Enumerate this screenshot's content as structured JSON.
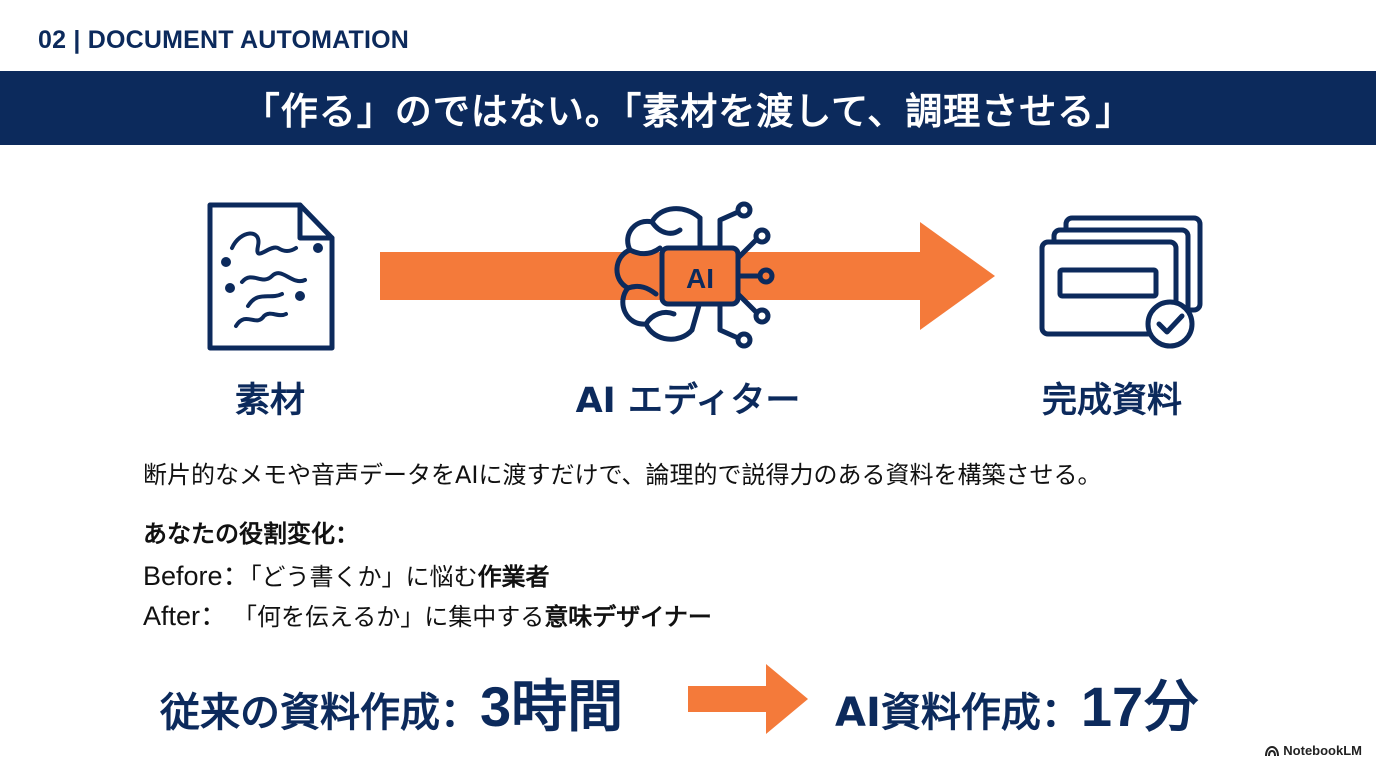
{
  "header": {
    "kicker": "02 | DOCUMENT AUTOMATION",
    "title": "「作る」のではない。「素材を渡して、調理させる」"
  },
  "flow": {
    "steps": [
      {
        "label": "素材",
        "icon": "handwritten-document-icon"
      },
      {
        "label": "AI エディター",
        "icon": "ai-brain-circuit-icon",
        "chip_text": "AI"
      },
      {
        "label": "完成資料",
        "icon": "stacked-slides-check-icon"
      }
    ],
    "arrow_color": "#f47a3a",
    "ink_color": "#0c2a5c"
  },
  "description": "断片的なメモや音声データをAIに渡すだけで、論理的で説得力のある資料を構築させる。",
  "roles": {
    "title": "あなたの役割変化：",
    "before": {
      "prefix": "Before：",
      "text": "「どう書くか」に悩む",
      "emphasis": "作業者"
    },
    "after": {
      "prefix": "After：",
      "text": "「何を伝えるか」に集中する",
      "emphasis": "意味デザイナー"
    }
  },
  "comparison": {
    "before_label": "従来の資料作成：",
    "before_value": "3時間",
    "after_label": "AI資料作成：",
    "after_value": "17分"
  },
  "brand": {
    "name": "NotebookLM",
    "icon": "notebooklm-logo-icon"
  },
  "colors": {
    "navy": "#0c2a5c",
    "orange": "#f47a3a",
    "white": "#ffffff"
  }
}
